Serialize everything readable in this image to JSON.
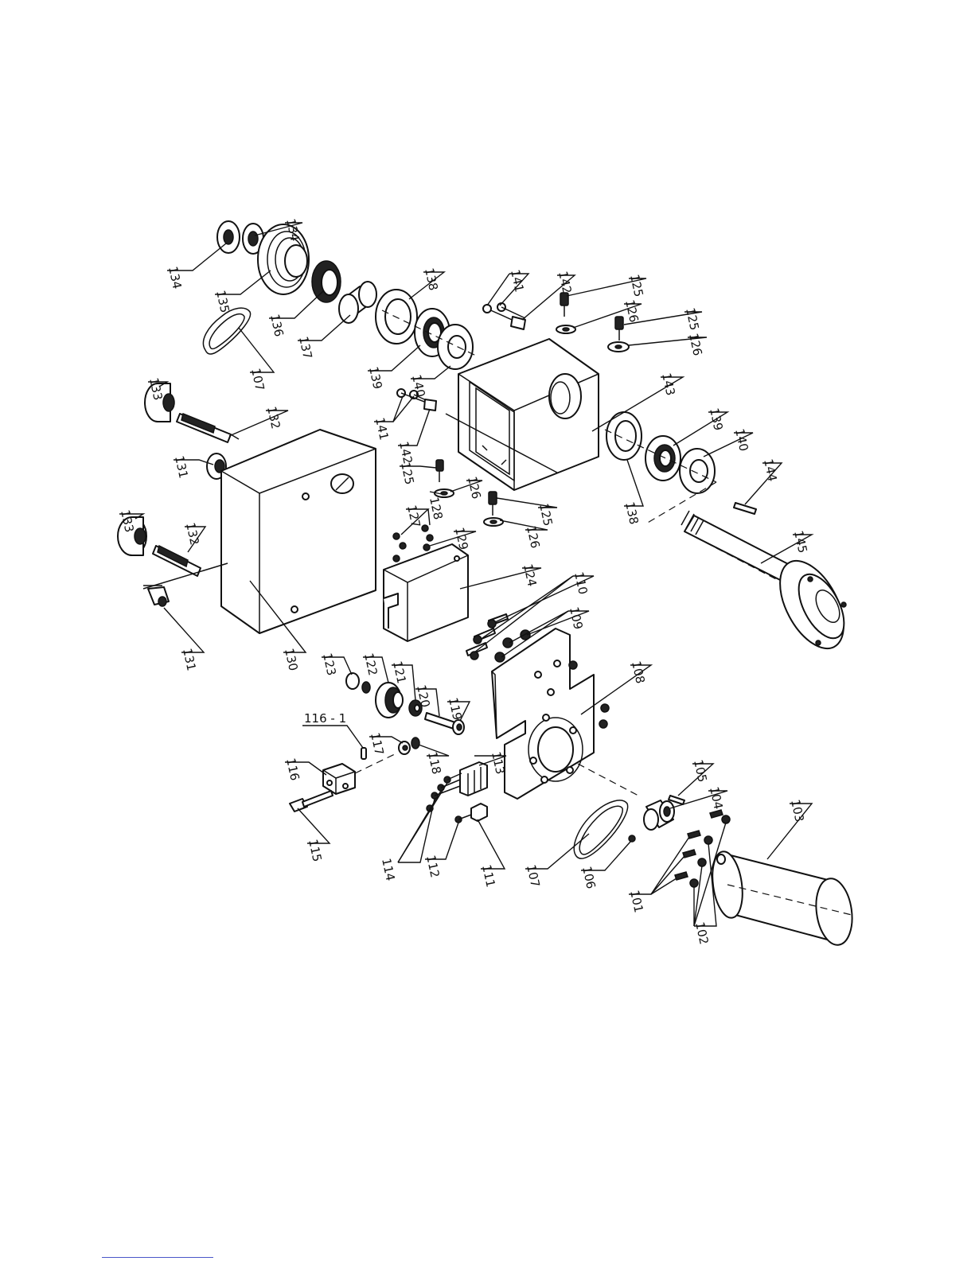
{
  "labels": {
    "l101": "101",
    "l102": "102",
    "l103": "103",
    "l104": "104",
    "l105": "105",
    "l106": "106",
    "l107a": "107",
    "l107b": "107",
    "l108": "108",
    "l109": "109",
    "l110": "110",
    "l111": "111",
    "l112": "112",
    "l113": "113",
    "l114": "114",
    "l115": "115",
    "l116": "116",
    "l116_1": "116 - 1",
    "l117": "117",
    "l118": "118",
    "l119": "119",
    "l120": "120",
    "l121": "121",
    "l122": "122",
    "l123": "123",
    "l124": "124",
    "l125a": "125",
    "l125b": "125",
    "l125c": "125",
    "l125d": "125",
    "l126a": "126",
    "l126b": "126",
    "l126c": "126",
    "l126d": "126",
    "l127": "127",
    "l128": "128",
    "l129": "129",
    "l130": "130",
    "l131a": "131",
    "l131b": "131",
    "l132a": "132",
    "l132b": "132",
    "l133a": "133",
    "l133b": "133",
    "l134a": "134",
    "l134b": "134",
    "l135": "135",
    "l136": "136",
    "l137": "137",
    "l138a": "138",
    "l138b": "138",
    "l139a": "139",
    "l139b": "139",
    "l140a": "140",
    "l140b": "140",
    "l141a": "141",
    "l141b": "141",
    "l142a": "142",
    "l142b": "142",
    "l143": "143",
    "l144": "144",
    "l145": "145"
  },
  "colors": {
    "line": "#111111",
    "footer_rule": "#4a57c8"
  }
}
